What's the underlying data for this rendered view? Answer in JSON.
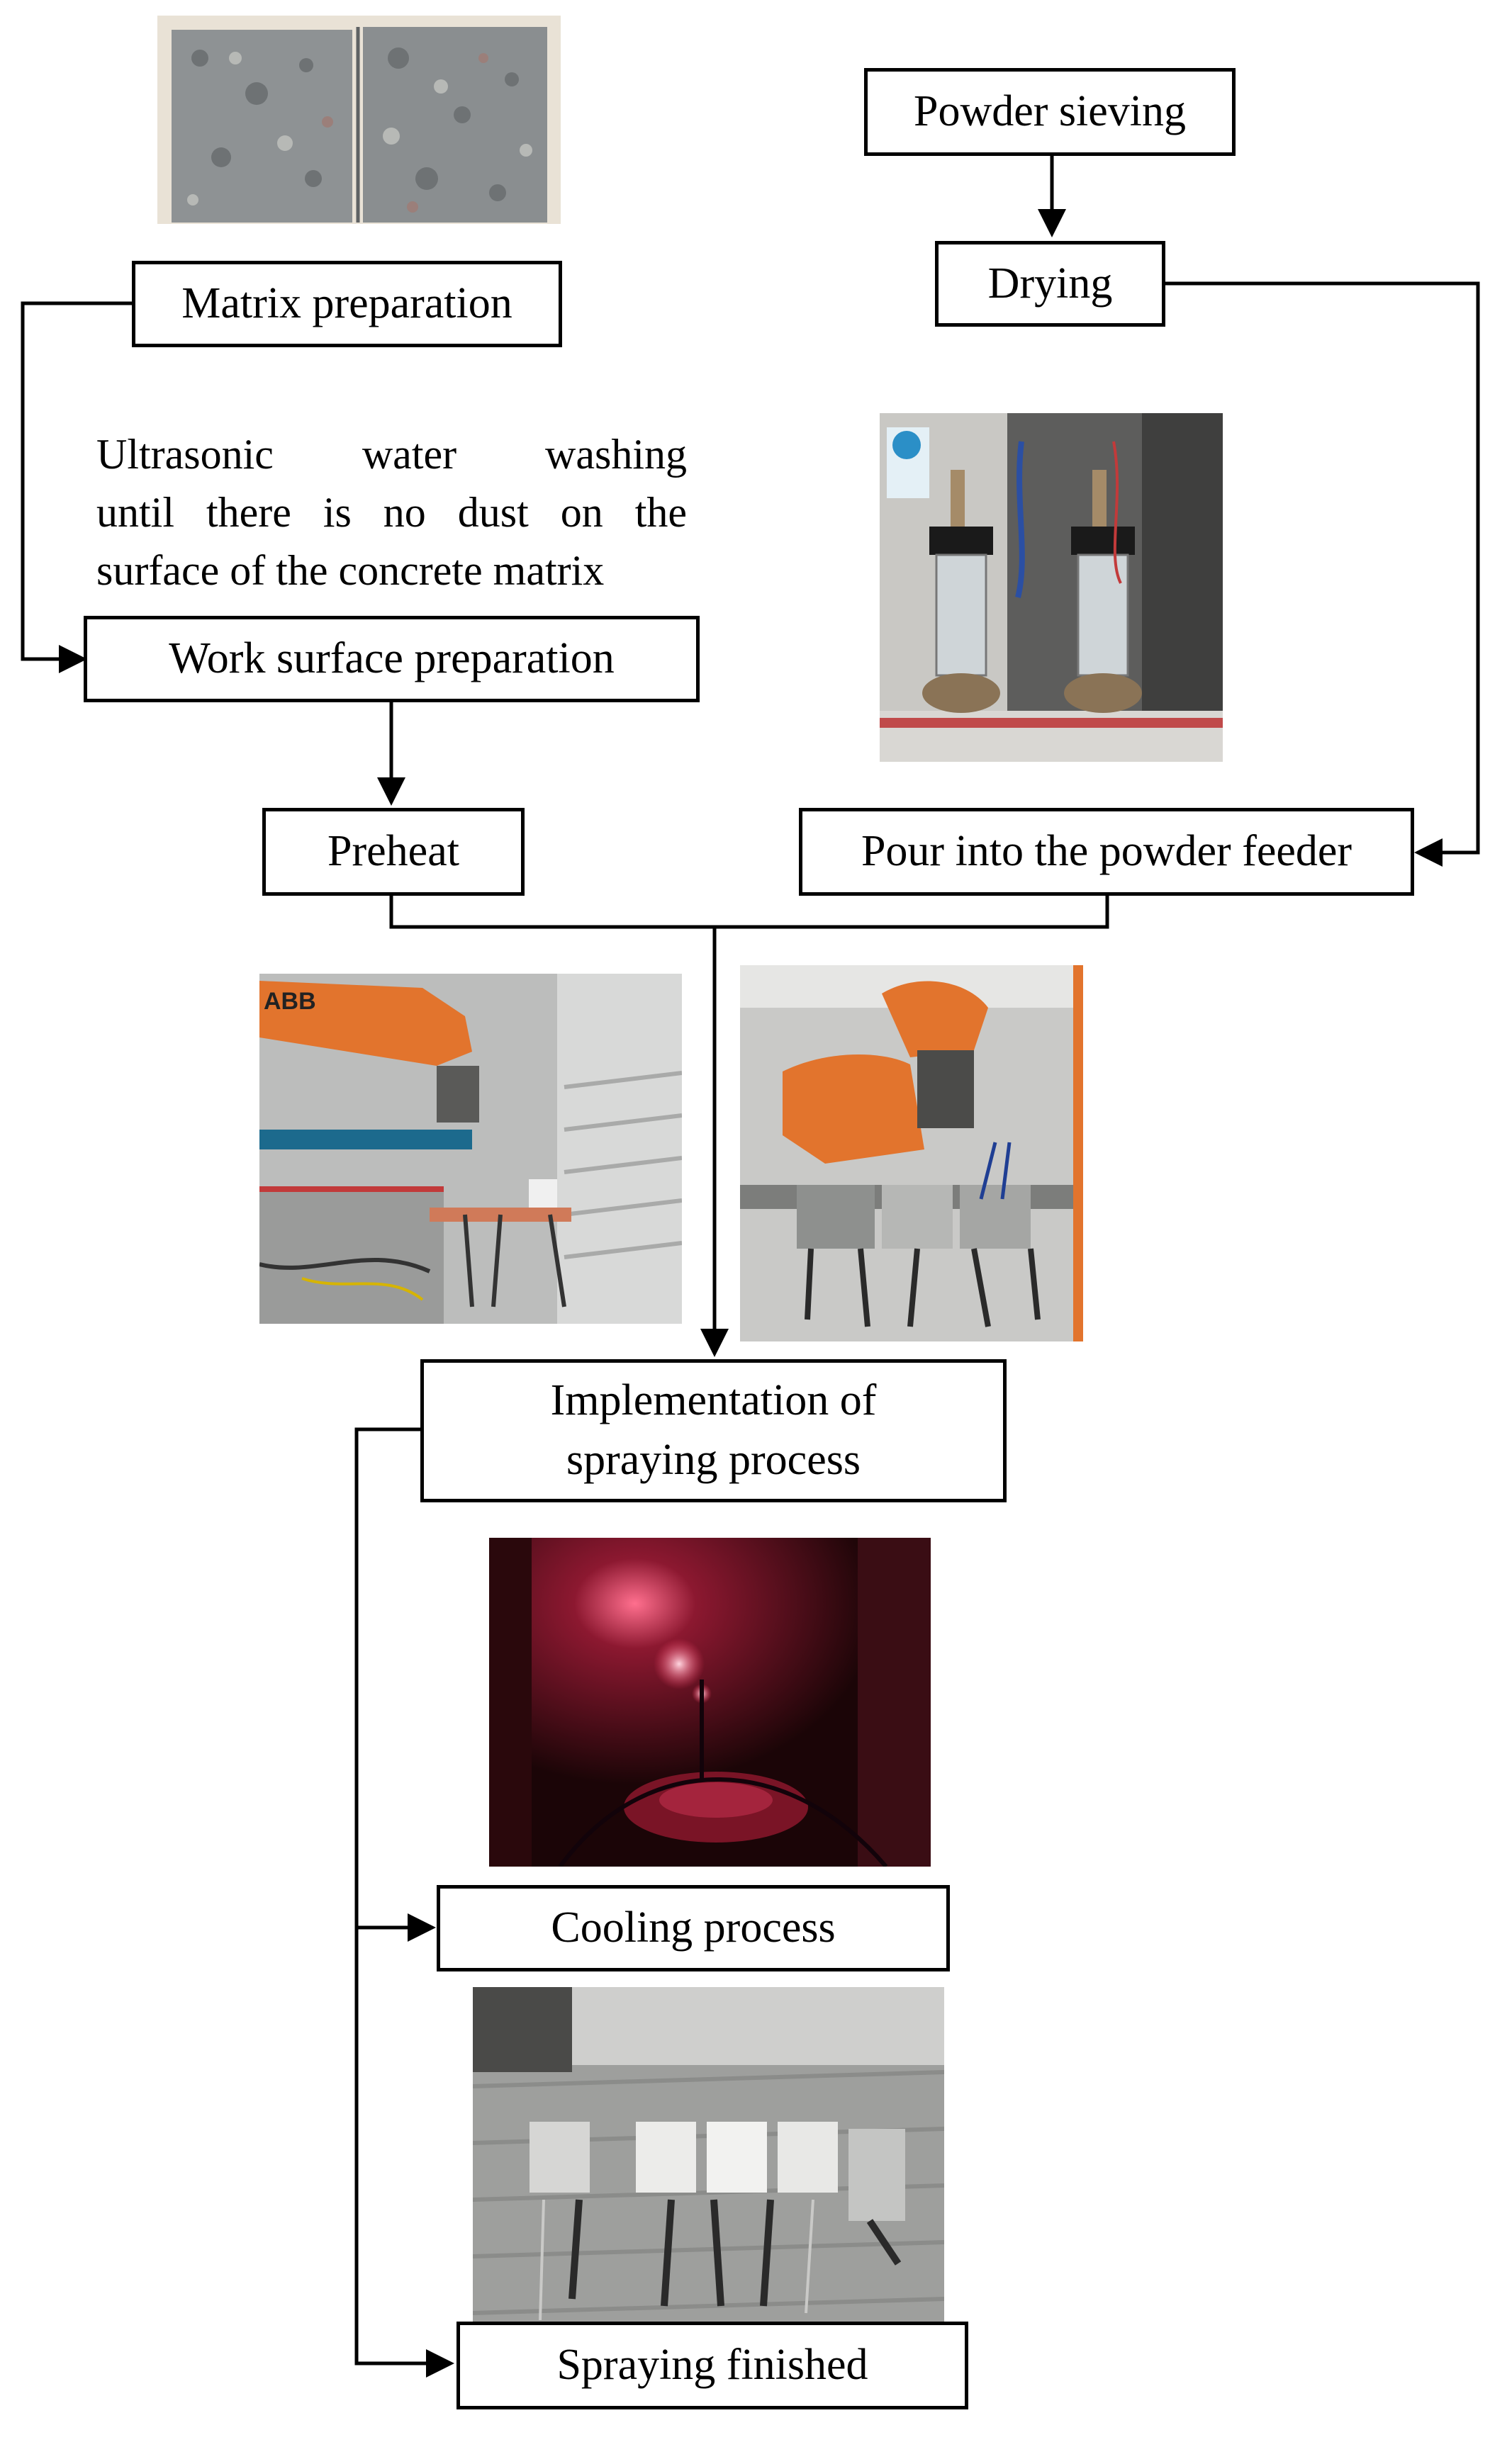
{
  "steps": {
    "matrix_preparation": "Matrix preparation",
    "powder_sieving": "Powder sieving",
    "drying": "Drying",
    "work_surface_preparation": "Work surface preparation",
    "preheat": "Preheat",
    "pour_into_feeder": "Pour into the powder feeder",
    "implementation_line1": "Implementation of",
    "implementation_line2": "spraying process",
    "cooling": "Cooling process",
    "finished": "Spraying finished"
  },
  "note": {
    "line1": "Ultrasonic water washing",
    "line2": "until there is no dust on the",
    "line3": "surface of the concrete matrix"
  },
  "photos": {
    "concrete_blocks": "concrete-matrix-photo",
    "powder_dryers": "powder-drying-photo",
    "robot_preheat": "robot-preheat-photo",
    "robot_feeder": "robot-mounted-samples-photo",
    "spraying_glow": "spraying-process-photo",
    "finished_samples": "finished-samples-photo"
  }
}
